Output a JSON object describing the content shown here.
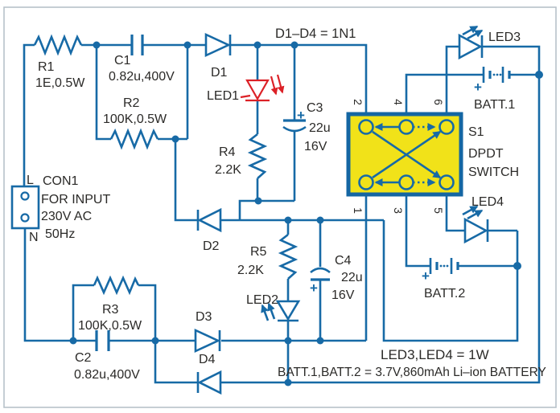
{
  "diagram_type": "circuit-schematic",
  "title_note": "D1–D4 = 1N1",
  "colors": {
    "wire": "#176aa6",
    "led1_highlight": "#dc2127",
    "switch_fill": "#f1e219",
    "label_text": "#2b2a28"
  },
  "components": {
    "r1": {
      "ref": "R1",
      "value": "1E,0.5W"
    },
    "r2": {
      "ref": "R2",
      "value": "100K,0.5W"
    },
    "r3": {
      "ref": "R3",
      "value": "100K,0.5W"
    },
    "r4": {
      "ref": "R4",
      "value": "2.2K"
    },
    "r5": {
      "ref": "R5",
      "value": "2.2K"
    },
    "c1": {
      "ref": "C1",
      "value": "0.82u,400V"
    },
    "c2": {
      "ref": "C2",
      "value": "0.82u,400V"
    },
    "c3": {
      "ref": "C3",
      "value": "22u",
      "voltage": "16V",
      "polarity": "+"
    },
    "c4": {
      "ref": "C4",
      "value": "22u",
      "voltage": "16V",
      "polarity": "+"
    },
    "d1": {
      "ref": "D1"
    },
    "d2": {
      "ref": "D2"
    },
    "d3": {
      "ref": "D3"
    },
    "d4": {
      "ref": "D4"
    },
    "led1": {
      "ref": "LED1"
    },
    "led2": {
      "ref": "LED2"
    },
    "led3": {
      "ref": "LED3"
    },
    "led4": {
      "ref": "LED4"
    },
    "batt1": {
      "ref": "BATT.1",
      "polarity": "+"
    },
    "batt2": {
      "ref": "BATT.2",
      "polarity": "+"
    },
    "con1": {
      "ref": "CON1",
      "line2": "FOR INPUT",
      "line3": "230V AC",
      "line4": "50Hz",
      "terminal_top": "L",
      "terminal_bottom": "N"
    },
    "s1": {
      "ref": "S1",
      "line2": "DPDT",
      "line3": "SWITCH",
      "pins_top": [
        "2",
        "4",
        "6"
      ],
      "pins_bottom": [
        "1",
        "3",
        "5"
      ]
    }
  },
  "notes": {
    "leds": "LED3,LED4 = 1W",
    "batteries": "BATT.1,BATT.2 = 3.7V,860mAh Li–ion BATTERY"
  }
}
